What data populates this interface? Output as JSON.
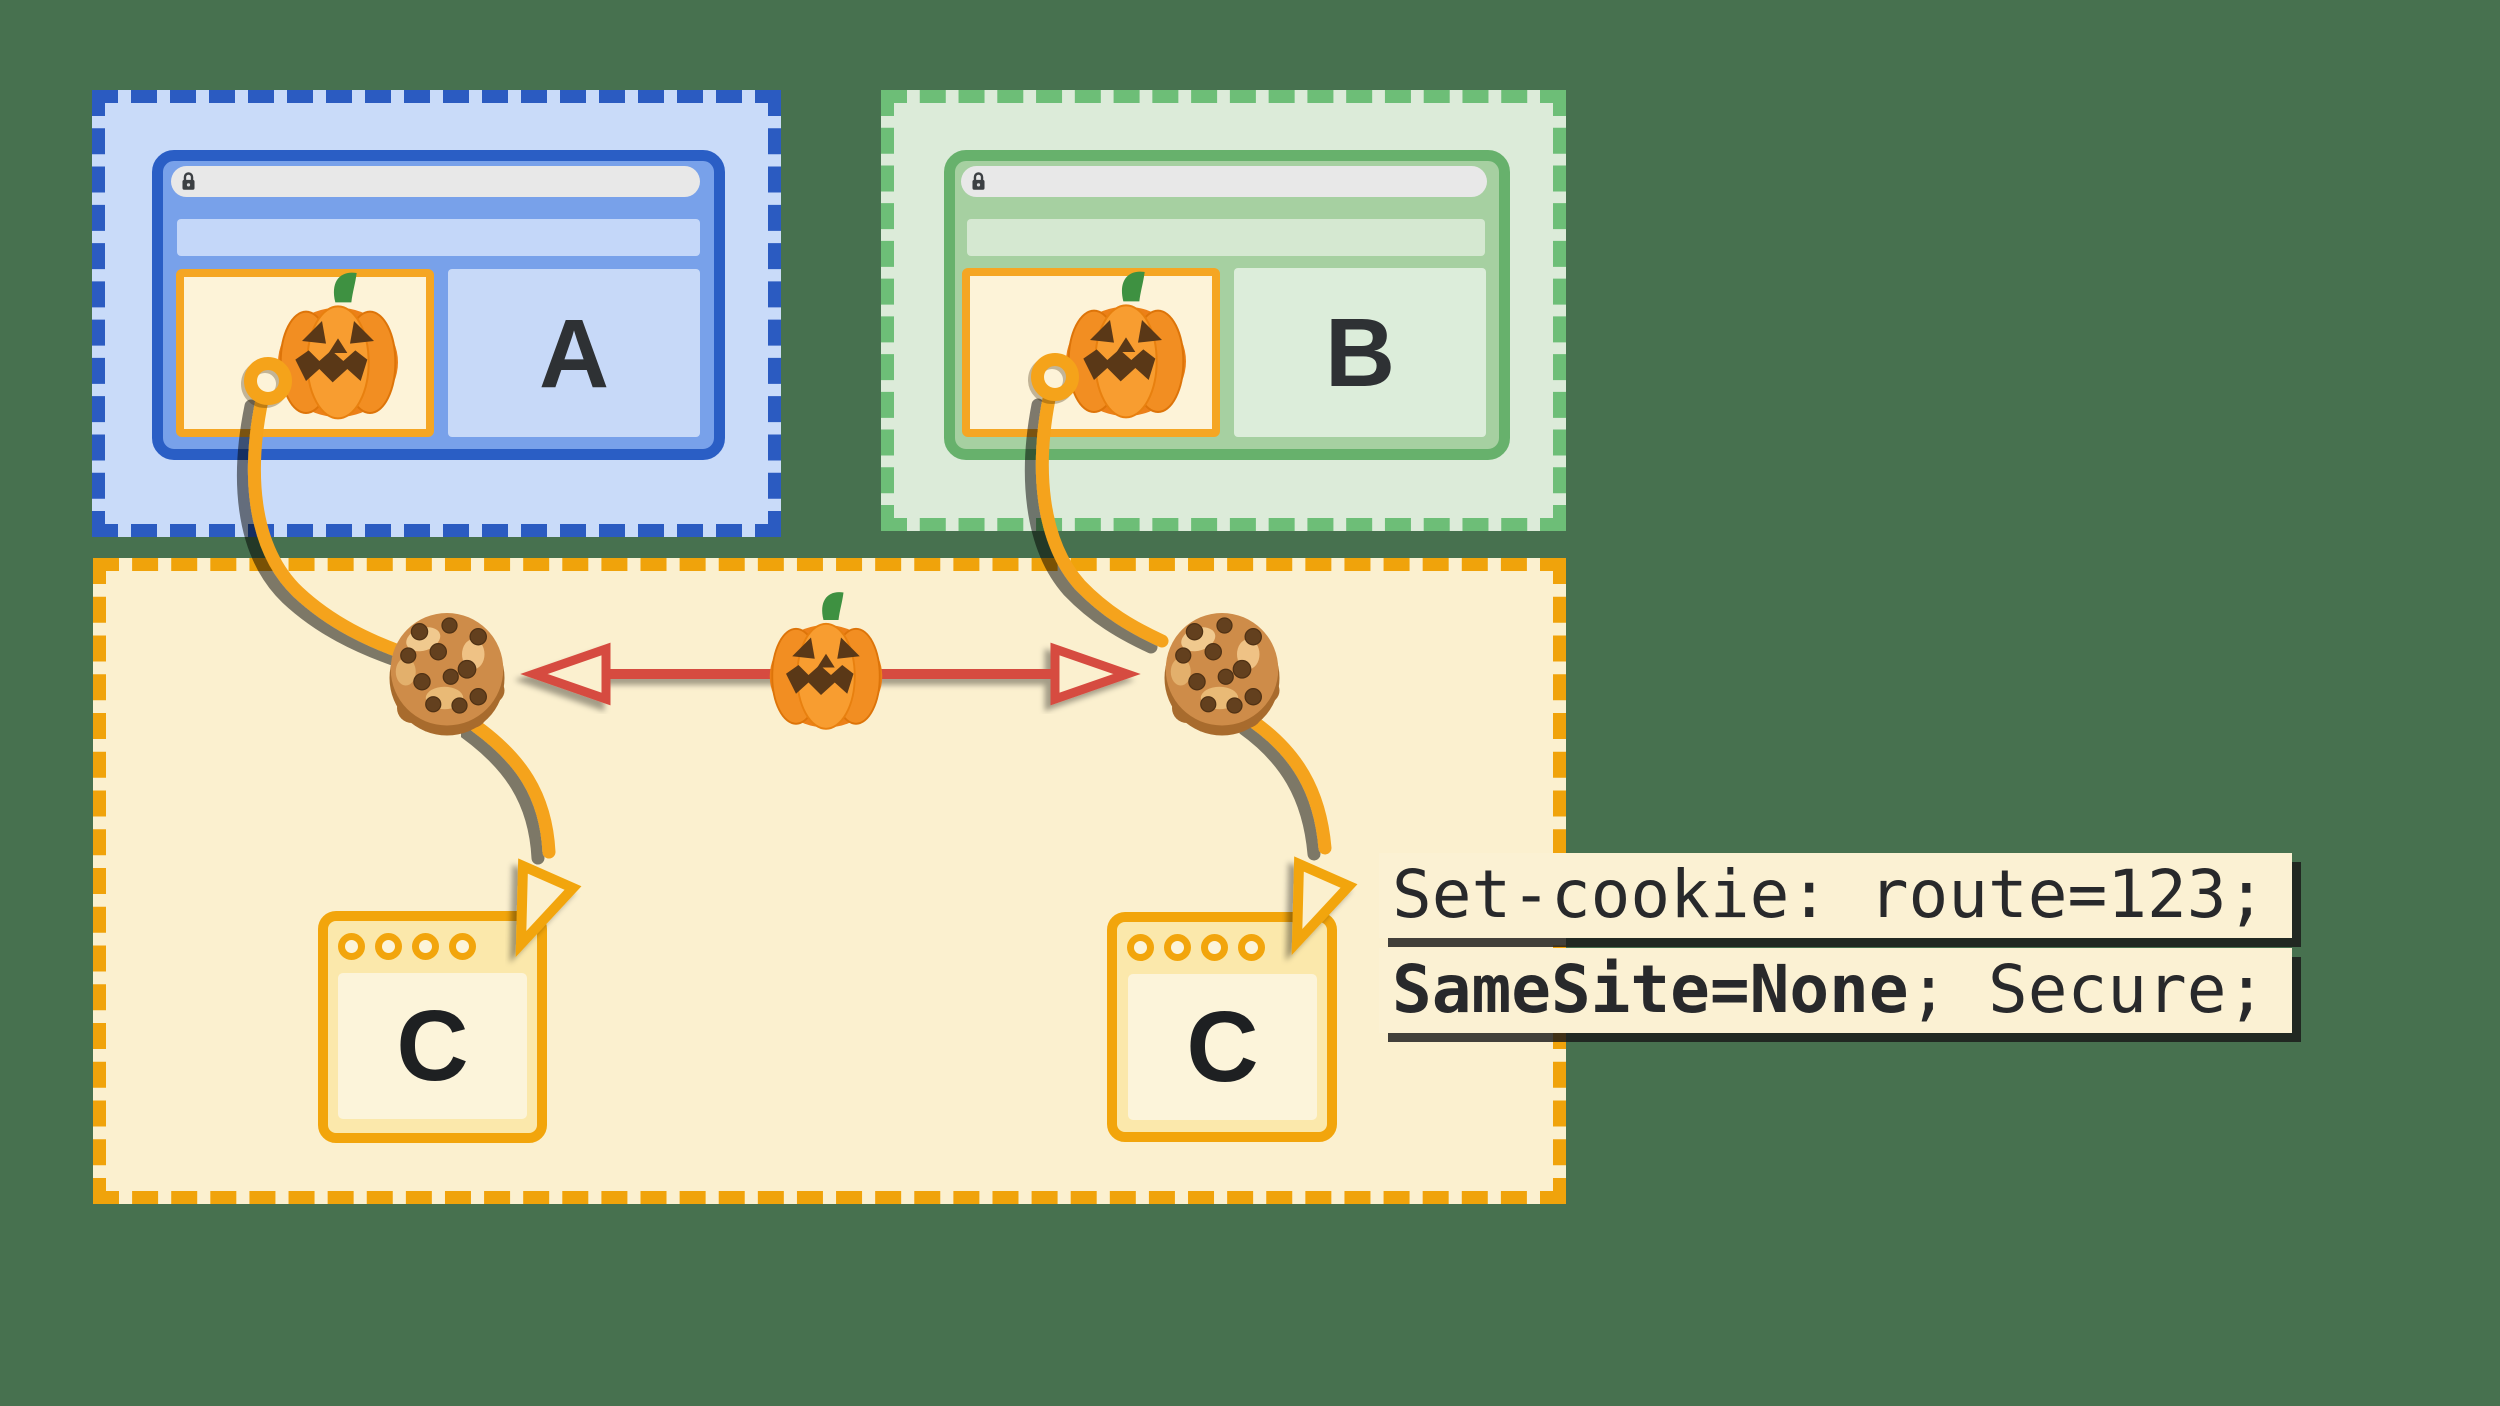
{
  "zones": {
    "site_a": {
      "letter": "A"
    },
    "site_b": {
      "letter": "B"
    }
  },
  "third_party_windows": {
    "left_letter": "C",
    "right_letter": "C"
  },
  "cookie_header": {
    "line1": "Set-cookie: route=123;",
    "line2_bold": "SameSite=None",
    "line2_rest": "; Secure;"
  },
  "colors": {
    "background": "#47714F",
    "site_a_accent": "#2B5BC1",
    "site_b_accent": "#6DBE77",
    "third_party_accent": "#F0A30B",
    "cookie_curve": "#F5A31A",
    "sync_arrow_red": "#D64B3F"
  },
  "icons": {
    "lock": "lock-icon",
    "jack_o_lantern": "jack-o-lantern-icon",
    "cookie": "cookie-icon",
    "ring": "connection-ring-icon",
    "double_arrow": "double-headed-arrow-icon"
  }
}
